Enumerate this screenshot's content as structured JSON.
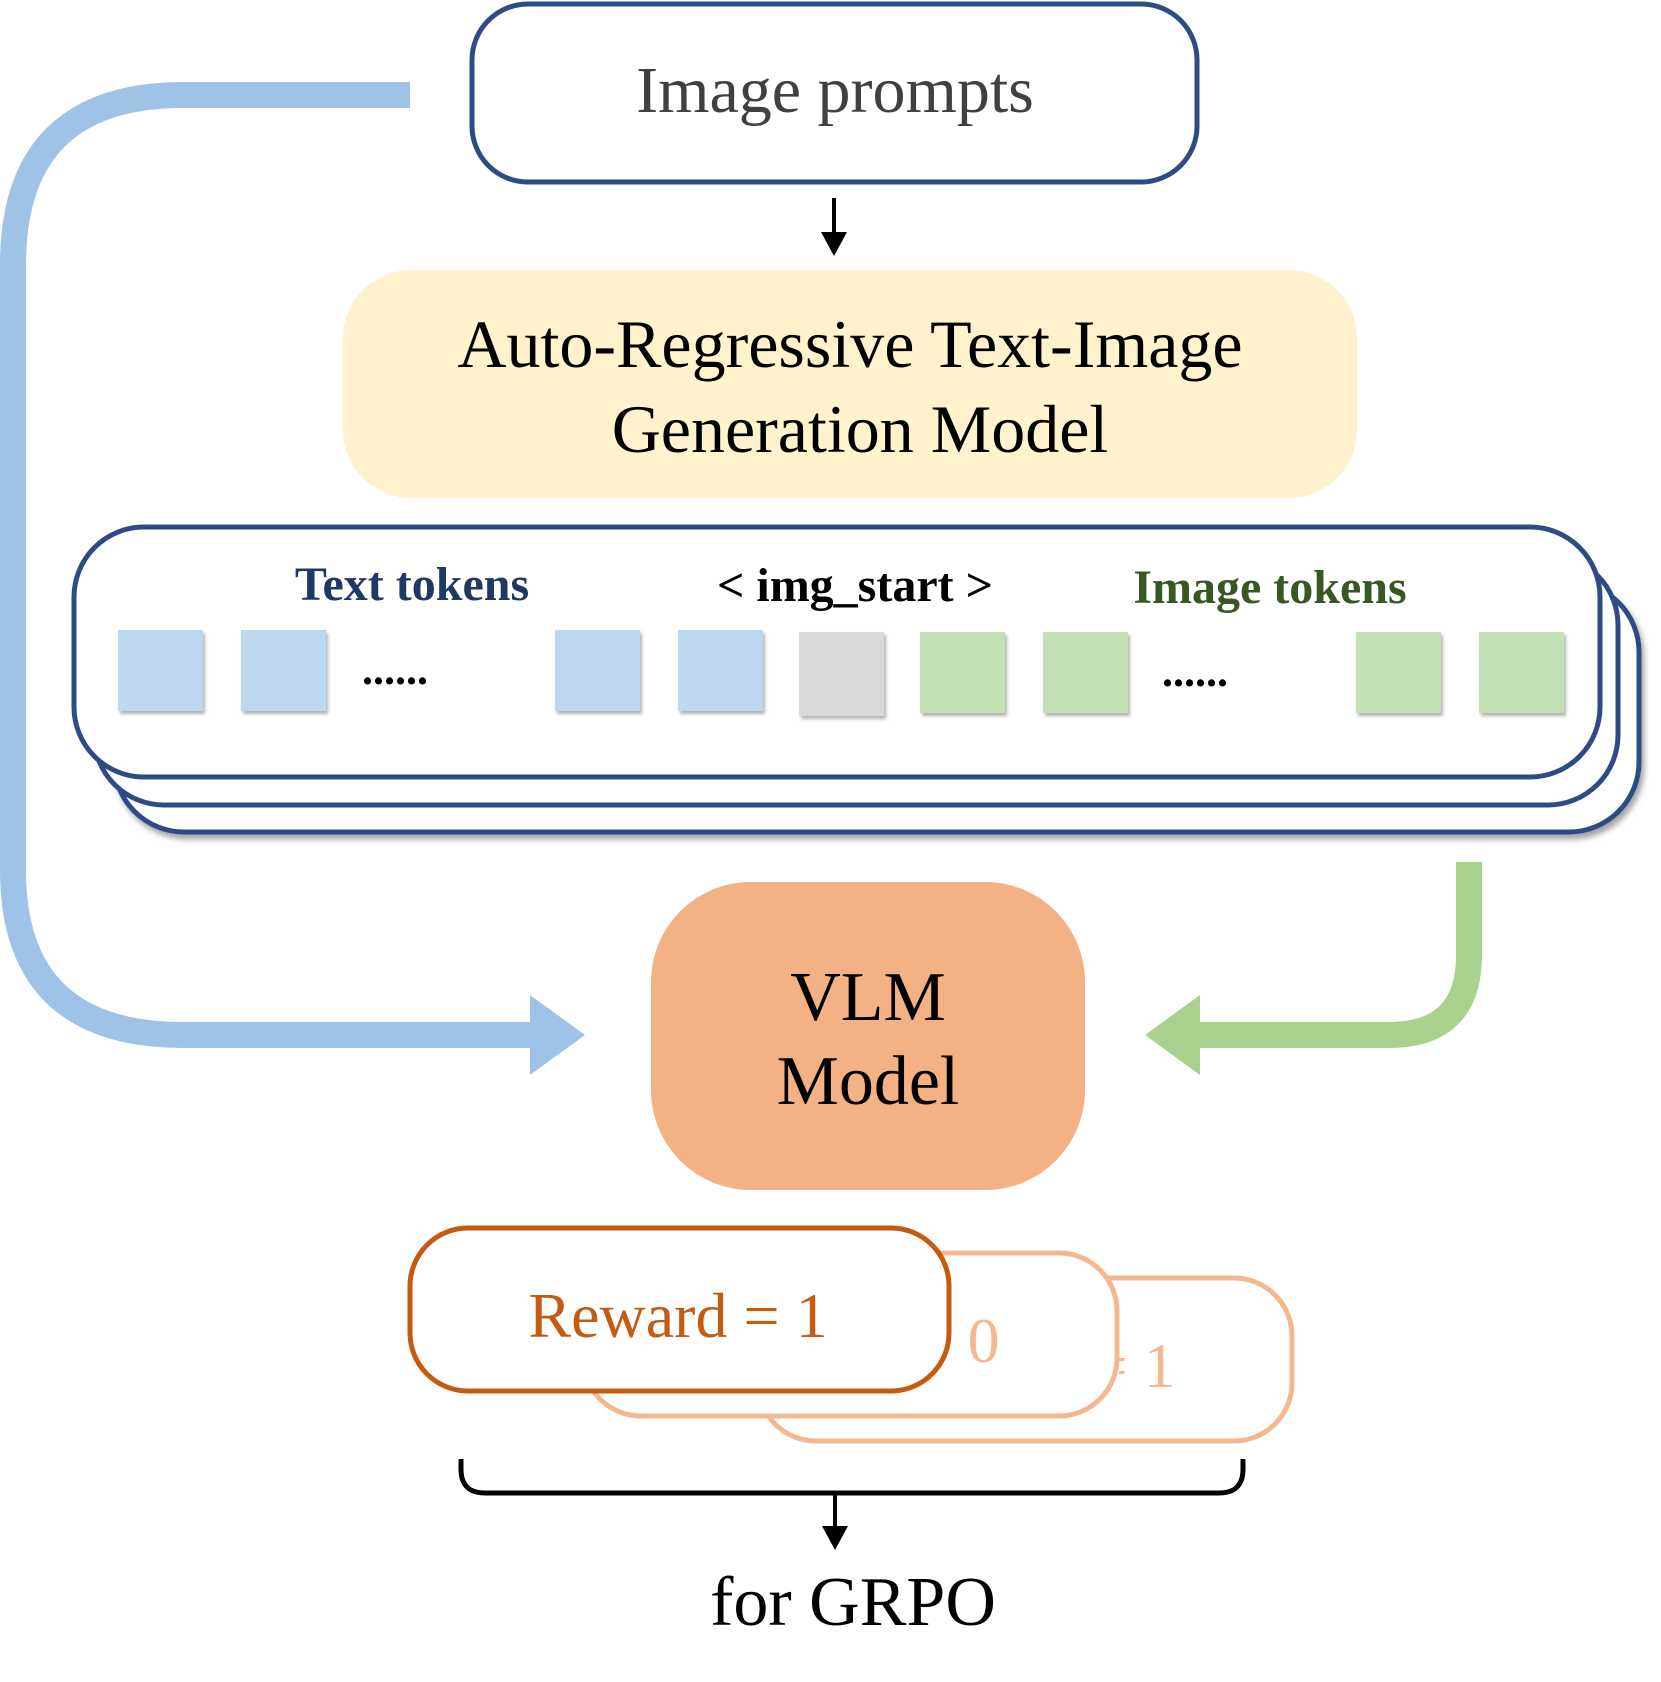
{
  "prompt_box": {
    "label": "Image prompts"
  },
  "generator": {
    "line1": "Auto-Regressive Text-Image",
    "line2": "Generation Model"
  },
  "sequence": {
    "text_tokens_label": "Text tokens",
    "img_start_label": "< img_start >",
    "image_tokens_label": "Image tokens",
    "ellipsis_text": "......",
    "ellipsis_image": "......"
  },
  "vlm": {
    "line1": "VLM",
    "line2": "Model"
  },
  "rewards": [
    {
      "label": "Reward = 1"
    },
    {
      "label": "Reward = 0"
    },
    {
      "label": "Reward = 1"
    }
  ],
  "output": {
    "label": "for GRPO"
  },
  "colors": {
    "navy": "#2e4b86",
    "blue_flow": "#9fc3e6",
    "green_flow": "#a8d18d",
    "text_token": "#bdd7ee",
    "start_token": "#d9d9d9",
    "image_token": "#c5e0b4",
    "generator_fill": "#fff2cc",
    "vlm_fill": "#f4b183",
    "reward_main": "#c55a11",
    "reward_faded": "#f4b890"
  }
}
